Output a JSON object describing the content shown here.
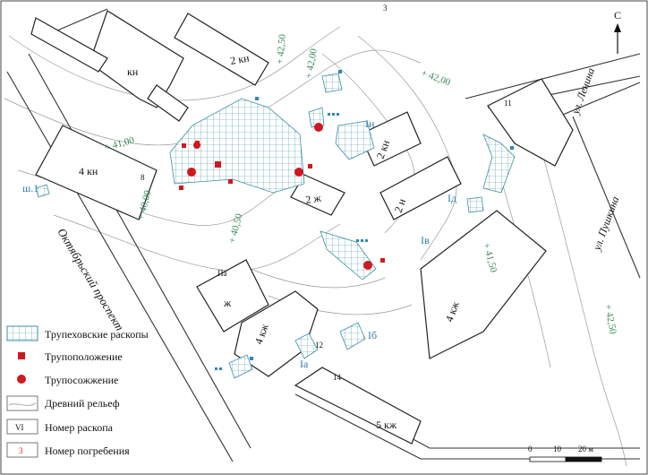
{
  "map": {
    "north_label": "С",
    "scale": {
      "ticks": [
        "0",
        "10",
        "20 м"
      ]
    },
    "streets": {
      "lenina": "ул. Ленина",
      "pushkina": "ул. Пушкина",
      "oktyabrsky": "Октябрьский проспект"
    },
    "contours": {
      "c1": "+ 42,50",
      "c2": "+ 42,00",
      "c3": "+ 41,00",
      "c4": "+ 40,00",
      "c5": "+ 40,50",
      "c6": "+ 41,50",
      "c7": "+ 42,50"
    },
    "buildings": {
      "b_ki": "кн",
      "b_2ki": "2 кн",
      "b_4ki": "4 кн",
      "b_2zh": "2 ж",
      "b_2ki_b": "2 кн",
      "b_2i": "2 н",
      "b_4kzh": "4 кж",
      "b_4kzh_b": "4 кж",
      "b_5kzh": "5 кж",
      "b_zh": "ж",
      "b_pa": "Па",
      "b_8": "8",
      "b_3": "3",
      "b_11": "11",
      "b_12": "12",
      "b_14": "14"
    },
    "excavations": {
      "e_In": "Ін",
      "e_Id": "Ід",
      "e_Iv": "Ів",
      "e_Ib": "Іб",
      "e_Ia": "Іа",
      "e_sh1": "ш.1"
    }
  },
  "legend": {
    "items": [
      {
        "name": "trupehov-excavations",
        "label": "Трупеховские раскопы"
      },
      {
        "name": "inhumation",
        "label": "Трупоположение"
      },
      {
        "name": "cremation",
        "label": "Трупосожжение"
      },
      {
        "name": "ancient-relief",
        "label": "Древний рельеф"
      },
      {
        "name": "excavation-number",
        "label": "Номер раскопа",
        "sample": "VI"
      },
      {
        "name": "burial-number",
        "label": "Номер погребения",
        "sample": "3"
      }
    ]
  },
  "colors": {
    "grid": "#3b8fa0",
    "burial": "#d0181f",
    "blue_marker": "#2f86b8",
    "contour_text": "#3a8a5a"
  }
}
